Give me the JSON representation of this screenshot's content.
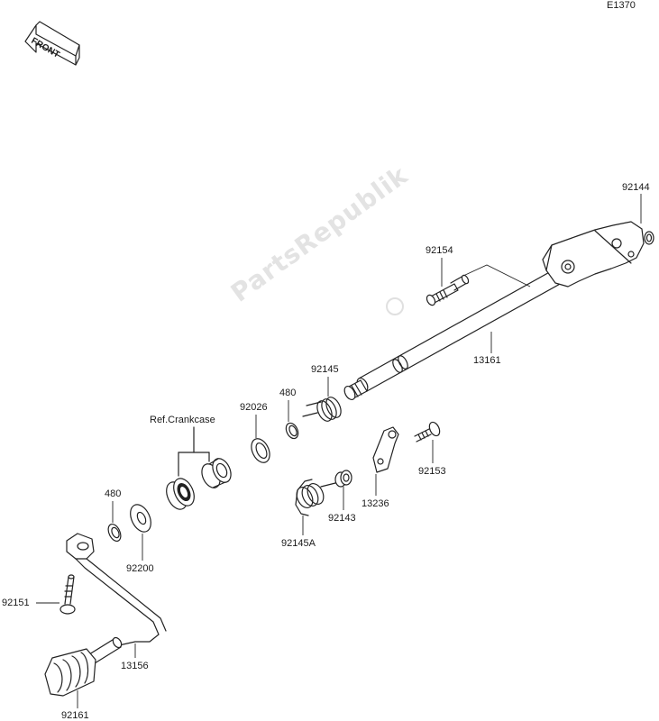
{
  "diagram_code": "E1370",
  "front_label": "FRONT",
  "watermark": "PartsRepublik",
  "ref_label": "Ref.Crankcase",
  "parts": {
    "p92144": "92144",
    "p92154": "92154",
    "p13161": "13161",
    "p92145": "92145",
    "p480_top": "480",
    "p92026": "92026",
    "p92153": "92153",
    "p13236": "13236",
    "p92143": "92143",
    "p92145A": "92145A",
    "p480_left": "480",
    "p92200": "92200",
    "p92151": "92151",
    "p13156": "13156",
    "p92161": "92161"
  }
}
